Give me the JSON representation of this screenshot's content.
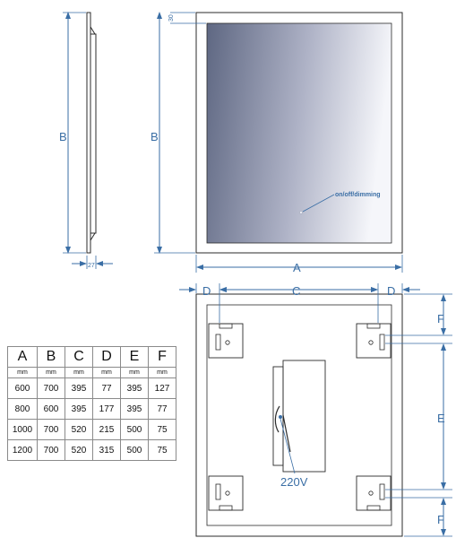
{
  "labels": {
    "A": "A",
    "B": "B",
    "C": "C",
    "D": "D",
    "E": "E",
    "F": "F",
    "top_offset": "30",
    "side_depth": "27",
    "switch": "on/off/dimming",
    "power": "220V"
  },
  "table": {
    "headers": [
      "A",
      "B",
      "C",
      "D",
      "E",
      "F"
    ],
    "units": [
      "mm",
      "mm",
      "mm",
      "mm",
      "mm",
      "mm"
    ],
    "rows": [
      [
        "600",
        "700",
        "395",
        "77",
        "395",
        "127"
      ],
      [
        "800",
        "600",
        "395",
        "177",
        "395",
        "77"
      ],
      [
        "1000",
        "700",
        "520",
        "215",
        "500",
        "75"
      ],
      [
        "1200",
        "700",
        "520",
        "315",
        "500",
        "75"
      ]
    ]
  },
  "colors": {
    "dimension": "#3a6ea5",
    "outline": "#2b2b2b",
    "glass_left": "#5e6782",
    "glass_right": "#f3f4f8"
  }
}
